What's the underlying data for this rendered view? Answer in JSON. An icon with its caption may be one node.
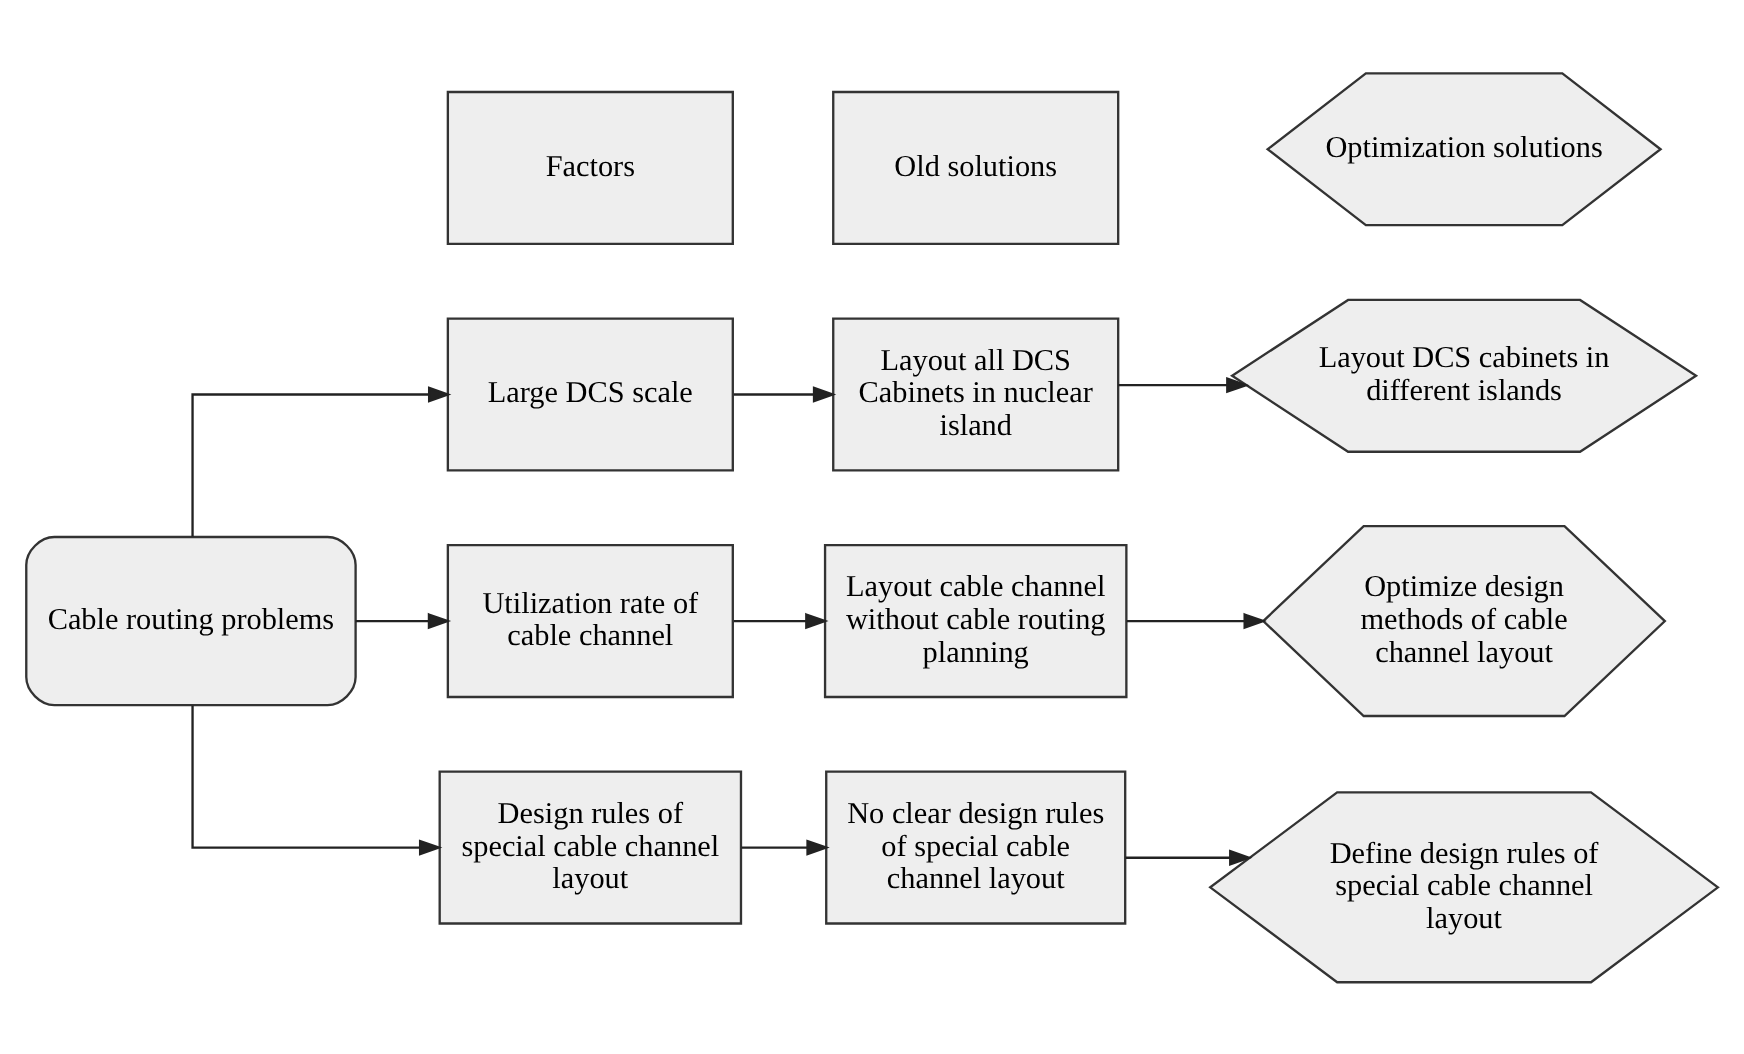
{
  "diagram": {
    "nodes": [
      {
        "text": [
          "Factors"
        ]
      },
      {
        "text": [
          "Old solutions"
        ]
      },
      {
        "text": [
          "Optimization solutions"
        ]
      },
      {
        "text": [
          "Cable routing problems"
        ]
      },
      {
        "text": [
          "Large DCS scale"
        ]
      },
      {
        "text": [
          "Layout all DCS Cabinets in nuclear island"
        ]
      },
      {
        "text": [
          "Layout DCS cabinets in different islands"
        ]
      },
      {
        "text": [
          "Utilization rate of cable channel"
        ]
      },
      {
        "text": [
          "Layout cable channel without cable routing planning"
        ]
      },
      {
        "text": [
          "Optimize design methods of cable channel layout"
        ]
      },
      {
        "text": [
          "Design rules of special cable channel layout"
        ]
      },
      {
        "text": [
          "No clear design rules of special cable channel layout"
        ]
      },
      {
        "text": [
          "Define design rules of special cable channel layout"
        ]
      }
    ],
    "edges": [
      {
        "from": 3,
        "to": 4,
        "arrow": "to"
      },
      {
        "from": 3,
        "to": 7,
        "arrow": "to"
      },
      {
        "from": 3,
        "to": 10,
        "arrow": "to"
      },
      {
        "from": 4,
        "to": 5,
        "arrow": "to"
      },
      {
        "from": 5,
        "to": 6,
        "arrow": "to"
      },
      {
        "from": 7,
        "to": 8,
        "arrow": "to"
      },
      {
        "from": 8,
        "to": 9,
        "arrow": "to"
      },
      {
        "from": 10,
        "to": 11,
        "arrow": "to"
      },
      {
        "from": 11,
        "to": 12,
        "arrow": "to"
      }
    ]
  }
}
